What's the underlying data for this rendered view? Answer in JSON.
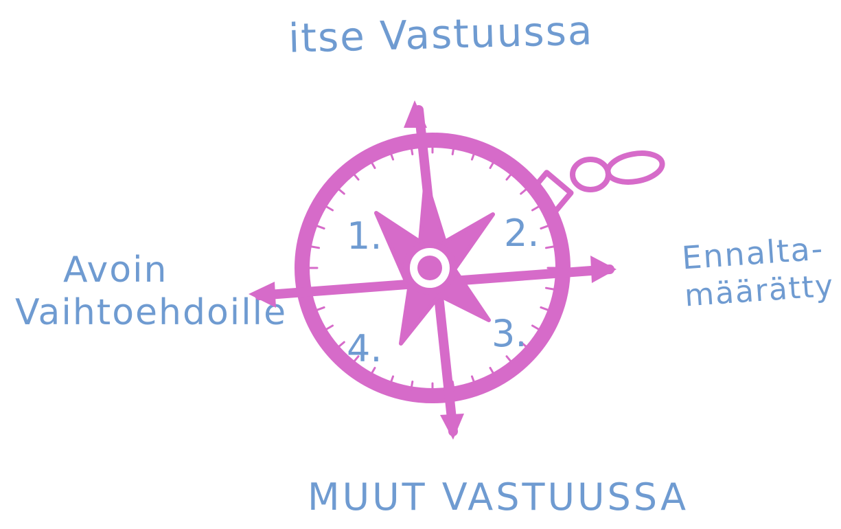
{
  "directions": {
    "top": "itse Vastuussa",
    "bottom": "MUUT VASTUUSSA",
    "left": [
      "Avoin",
      "Vaihtoehdoille"
    ],
    "right": [
      "Ennalta-",
      "määrätty"
    ]
  },
  "quadrants": [
    "1.",
    "2.",
    "3.",
    "4."
  ],
  "colors": {
    "compass": "#d66bc9",
    "text": "#6f9bd1",
    "background": "#ffffff"
  }
}
